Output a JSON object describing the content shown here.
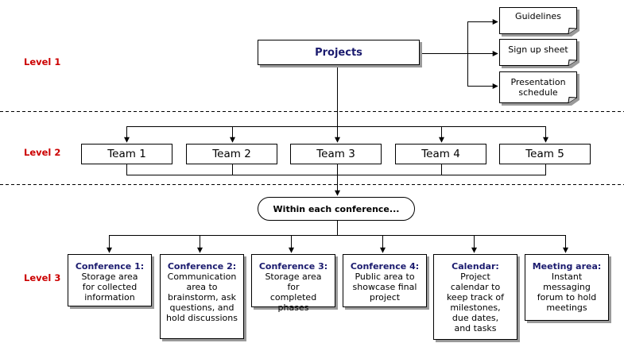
{
  "levels": [
    "Level 1",
    "Level 2",
    "Level 3"
  ],
  "root": "Projects",
  "documents": [
    "Guidelines",
    "Sign up sheet",
    "Presentation schedule"
  ],
  "teams": [
    "Team 1",
    "Team 2",
    "Team 3",
    "Team 4",
    "Team 5"
  ],
  "hub": "Within each conference...",
  "areas": [
    {
      "title": "Conference 1:",
      "desc": "Storage area for collected information"
    },
    {
      "title": "Conference 2:",
      "desc": "Communication area to brainstorm, ask questions, and hold discussions"
    },
    {
      "title": "Conference 3:",
      "desc": "Storage area for completed phases"
    },
    {
      "title": "Conference 4:",
      "desc": "Public area to showcase final project"
    },
    {
      "title": "Calendar:",
      "desc": "Project calendar to keep track of milestones, due dates, and tasks"
    },
    {
      "title": "Meeting area:",
      "desc": "Instant messaging forum to hold meetings"
    }
  ]
}
